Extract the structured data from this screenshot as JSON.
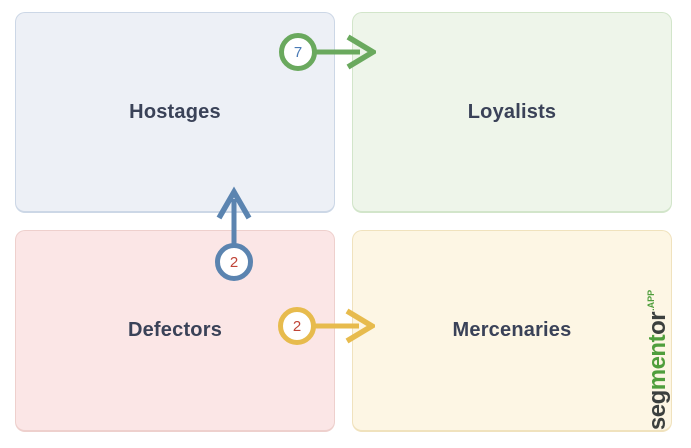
{
  "watermark": {
    "brand": "segmentor.APP",
    "part1": "seg",
    "part2": "ment",
    "part3": "or",
    "suffix": ".APP",
    "color_dark": "#3c403e",
    "color_green": "#4f9e3c"
  },
  "matrix": {
    "quadrants": [
      {
        "id": "hostages",
        "label": "Hostages",
        "position": "top-left",
        "bg": "#edf0f6",
        "border": "#ccd7e6"
      },
      {
        "id": "loyalists",
        "label": "Loyalists",
        "position": "top-right",
        "bg": "#eef5ea",
        "border": "#d2e5ca"
      },
      {
        "id": "defectors",
        "label": "Defectors",
        "position": "bottom-left",
        "bg": "#fbe6e6",
        "border": "#eed0cd"
      },
      {
        "id": "mercenaries",
        "label": "Mercenaries",
        "position": "bottom-right",
        "bg": "#fdf6e4",
        "border": "#f0e2bd"
      }
    ],
    "flows": [
      {
        "from": "Hostages",
        "to": "Loyalists",
        "count": "7",
        "direction": "right",
        "color": "#6aa95e",
        "count_color": "#4a7ab5"
      },
      {
        "from": "Defectors",
        "to": "Hostages",
        "count": "2",
        "direction": "up",
        "color": "#5b84b0",
        "count_color": "#c04437"
      },
      {
        "from": "Defectors",
        "to": "Mercenaries",
        "count": "2",
        "direction": "right",
        "color": "#e7bb4d",
        "count_color": "#c04437"
      }
    ]
  }
}
